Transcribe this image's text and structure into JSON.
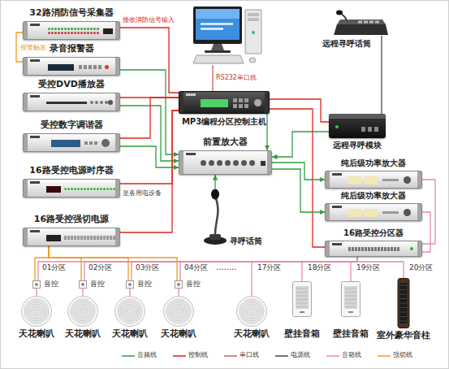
{
  "diagram": {
    "nodes": [
      {
        "text": [
          "32路消防信号采集器"
        ]
      },
      {
        "text": [
          "录音报警器"
        ]
      },
      {
        "text": [
          "受控DVD播放器"
        ]
      },
      {
        "text": [
          "受控数字调谐器"
        ]
      },
      {
        "text": [
          "16路受控电源时序器"
        ]
      },
      {
        "text": [
          "16路受控强切电源"
        ]
      },
      {
        "text": [
          "MP3编程分区控制主机"
        ]
      },
      {
        "text": [
          "前置放大器"
        ]
      },
      {
        "text": [
          "寻呼话筒"
        ]
      },
      {
        "text": [
          "远程寻呼话筒"
        ]
      },
      {
        "text": [
          "远程寻呼模块"
        ]
      },
      {
        "text": [
          "纯后级功率放大器"
        ]
      },
      {
        "text": [
          "纯后级功率放大器"
        ]
      },
      {
        "text": [
          "16路受控分区器"
        ]
      },
      {
        "text": [
          "音控"
        ]
      },
      {
        "text": [
          "天花喇叭"
        ]
      },
      {
        "text": [
          "音控"
        ]
      },
      {
        "text": [
          "天花喇叭"
        ]
      },
      {
        "text": [
          "音控"
        ]
      },
      {
        "text": [
          "天花喇叭"
        ]
      },
      {
        "text": [
          "音控"
        ]
      },
      {
        "text": [
          "天花喇叭"
        ]
      },
      {
        "text": [
          "天花喇叭"
        ]
      },
      {
        "text": [
          "壁挂音箱"
        ]
      },
      {
        "text": [
          "壁挂音箱"
        ]
      },
      {
        "text": [
          "室外豪华音柱"
        ]
      }
    ],
    "edges": [
      {
        "from": 0,
        "to": 6,
        "arrow": "none",
        "label": "接收消防信号输入"
      },
      {
        "from": 0,
        "to": 1,
        "arrow": "none",
        "label": "报警触发"
      },
      {
        "from": 1,
        "to": 7,
        "arrow": "to"
      },
      {
        "from": 2,
        "to": 7,
        "arrow": "to"
      },
      {
        "from": 3,
        "to": 7,
        "arrow": "to"
      },
      {
        "from": 6,
        "to": 7,
        "arrow": "to"
      },
      {
        "from": 8,
        "to": 7,
        "arrow": "to"
      },
      {
        "from": 10,
        "to": 7,
        "arrow": "to"
      },
      {
        "from": 9,
        "to": 10,
        "arrow": "none"
      },
      {
        "from": 6,
        "to": 10,
        "arrow": "none"
      },
      {
        "from": 6,
        "to": 2,
        "arrow": "none"
      },
      {
        "from": 6,
        "to": 3,
        "arrow": "none"
      },
      {
        "from": 6,
        "to": 4,
        "arrow": "none"
      },
      {
        "from": 6,
        "to": 5,
        "arrow": "none"
      },
      {
        "from": 6,
        "to": 13,
        "arrow": "none"
      },
      {
        "from": 7,
        "to": 11,
        "arrow": "to"
      },
      {
        "from": 7,
        "to": 12,
        "arrow": "to"
      },
      {
        "from": 11,
        "to": 13,
        "arrow": "none"
      },
      {
        "from": 12,
        "to": 13,
        "arrow": "none"
      },
      {
        "from": 5,
        "to": 14,
        "arrow": "none"
      },
      {
        "from": 5,
        "to": 16,
        "arrow": "none"
      },
      {
        "from": 5,
        "to": 18,
        "arrow": "none"
      },
      {
        "from": 5,
        "to": 20,
        "arrow": "none"
      },
      {
        "from": 13,
        "to": 14,
        "arrow": "none"
      },
      {
        "from": 13,
        "to": 16,
        "arrow": "none"
      },
      {
        "from": 13,
        "to": 18,
        "arrow": "none"
      },
      {
        "from": 13,
        "to": 20,
        "arrow": "none"
      },
      {
        "from": 13,
        "to": 22,
        "arrow": "none"
      },
      {
        "from": 13,
        "to": 23,
        "arrow": "none"
      },
      {
        "from": 13,
        "to": 24,
        "arrow": "none"
      },
      {
        "from": 13,
        "to": 25,
        "arrow": "none"
      },
      {
        "from": 14,
        "to": 15,
        "arrow": "none"
      },
      {
        "from": 16,
        "to": 17,
        "arrow": "none"
      },
      {
        "from": 18,
        "to": 19,
        "arrow": "none"
      },
      {
        "from": 20,
        "to": 21,
        "arrow": "none"
      }
    ],
    "labels": [
      "RS232串口线",
      "至各用电设备",
      "01分区",
      "02分区",
      "03分区",
      "04分区",
      "........",
      "17分区",
      "18分区",
      "19分区",
      "20分区"
    ],
    "legend": [
      {
        "text": "音频线"
      },
      {
        "text": "控制线"
      },
      {
        "text": "串口线"
      },
      {
        "text": "电源线"
      },
      {
        "text": "音箱线"
      },
      {
        "text": "强切线"
      }
    ]
  }
}
